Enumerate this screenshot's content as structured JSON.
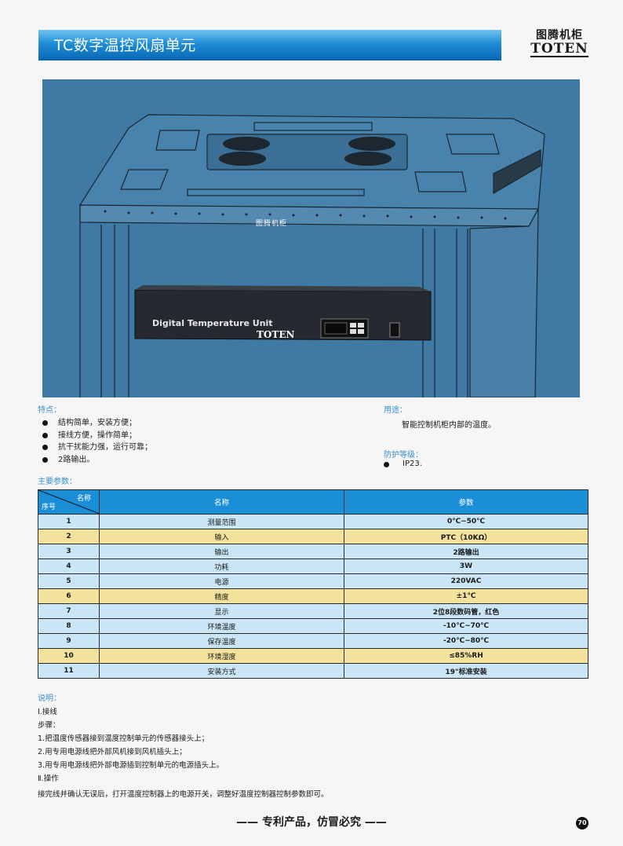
{
  "header": {
    "title": "TC数字温控风扇单元",
    "logo_cn": "图腾机柜",
    "logo_en": "TOTEN"
  },
  "photo": {
    "cabinet_label": "图腾机柜",
    "unit_label": "Digital Temperature Unit",
    "unit_brand": "TOTEN"
  },
  "features": {
    "label": "特点：",
    "items": [
      "结构简单，安装方便；",
      "接线方便，操作简单；",
      "抗干扰能力强，运行可靠；",
      "2路输出。"
    ]
  },
  "usage": {
    "label": "用途：",
    "text": "智能控制机柜内部的温度。"
  },
  "protection": {
    "label": "防护等级：",
    "text": "IP23."
  },
  "params": {
    "label": "主要参数：",
    "header_corner_top": "名称",
    "header_corner_bottom": "序号",
    "header_name": "名称",
    "header_value": "参数",
    "rows": [
      {
        "no": "1",
        "name": "测量范围",
        "value": "0℃~50℃",
        "color": "blue"
      },
      {
        "no": "2",
        "name": "输入",
        "value": "PTC（10KΩ）",
        "color": "yellow"
      },
      {
        "no": "3",
        "name": "输出",
        "value": "2路输出",
        "color": "blue"
      },
      {
        "no": "4",
        "name": "功耗",
        "value": "3W",
        "color": "blue"
      },
      {
        "no": "5",
        "name": "电源",
        "value": "220VAC",
        "color": "blue"
      },
      {
        "no": "6",
        "name": "精度",
        "value": "±1℃",
        "color": "yellow"
      },
      {
        "no": "7",
        "name": "显示",
        "value": "2位8段数码管，红色",
        "color": "blue"
      },
      {
        "no": "8",
        "name": "环境温度",
        "value": "-10℃~70℃",
        "color": "blue"
      },
      {
        "no": "9",
        "name": "保存温度",
        "value": "-20℃~80℃",
        "color": "blue"
      },
      {
        "no": "10",
        "name": "环境湿度",
        "value": "≤85%RH",
        "color": "yellow"
      },
      {
        "no": "11",
        "name": "安装方式",
        "value": "19\"标准安装",
        "color": "blue"
      }
    ]
  },
  "notes": {
    "label": "说明：",
    "lines": [
      "Ⅰ.接线",
      "步骤：",
      "1.把温度传感器接到温度控制单元的传感器接头上；",
      "2.用专用电源线把外部风机接到风机插头上；",
      "3.用专用电源线把外部电源插到控制单元的电源插头上。",
      "Ⅱ.操作",
      "接完线并确认无误后，打开温度控制器上的电源开关，调整好温度控制器控制参数即可。"
    ]
  },
  "footer": {
    "slogan": "—— 专利产品，仿冒必究 ——",
    "page": "70"
  },
  "colors": {
    "title_blue": "#0a66b6",
    "section_label": "#3a8fd0",
    "table_header": "#1a8fd8",
    "row_blue": "#c9e5f6",
    "row_yellow": "#f3e29b",
    "photo_bg": "#3f7aa4"
  }
}
